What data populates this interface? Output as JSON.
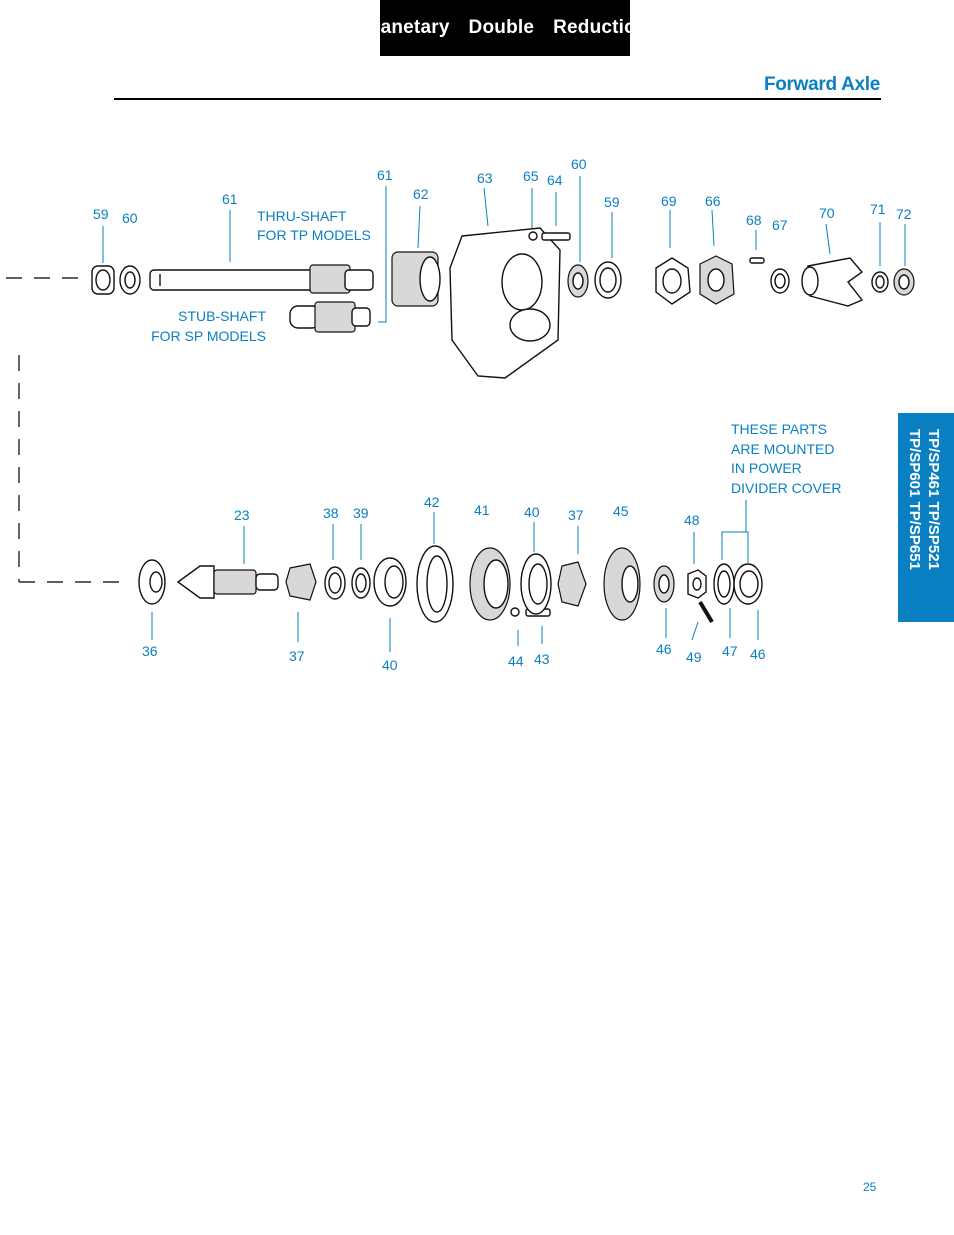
{
  "header": {
    "title": "Planetary  Double  Reduction"
  },
  "section": {
    "title": "Forward Axle"
  },
  "side_tab": {
    "line1": "TP/SP461      TP/SP521",
    "line2": "TP/SP601      TP/SP651"
  },
  "page": {
    "number": "25"
  },
  "notes": {
    "thru_shaft": [
      "THRU-SHAFT",
      "FOR TP MODELS"
    ],
    "stub_shaft": [
      "STUB-SHAFT",
      "FOR SP MODELS"
    ],
    "mounted": [
      "THESE PARTS",
      "ARE MOUNTED",
      "IN POWER",
      "DIVIDER COVER"
    ]
  },
  "callouts": {
    "c59a": "59",
    "c60a": "60",
    "c61a": "61",
    "c61b": "61",
    "c62": "62",
    "c63": "63",
    "c65": "65",
    "c64": "64",
    "c60b": "60",
    "c59b": "59",
    "c69": "69",
    "c66": "66",
    "c68": "68",
    "c67": "67",
    "c70": "70",
    "c71": "71",
    "c72": "72",
    "c23": "23",
    "c38": "38",
    "c39": "39",
    "c42": "42",
    "c41": "41",
    "c40a": "40",
    "c37a": "37",
    "c45": "45",
    "c48": "48",
    "c36": "36",
    "c37b": "37",
    "c40b": "40",
    "c44": "44",
    "c43": "43",
    "c46a": "46",
    "c49": "49",
    "c47": "47",
    "c46b": "46"
  }
}
